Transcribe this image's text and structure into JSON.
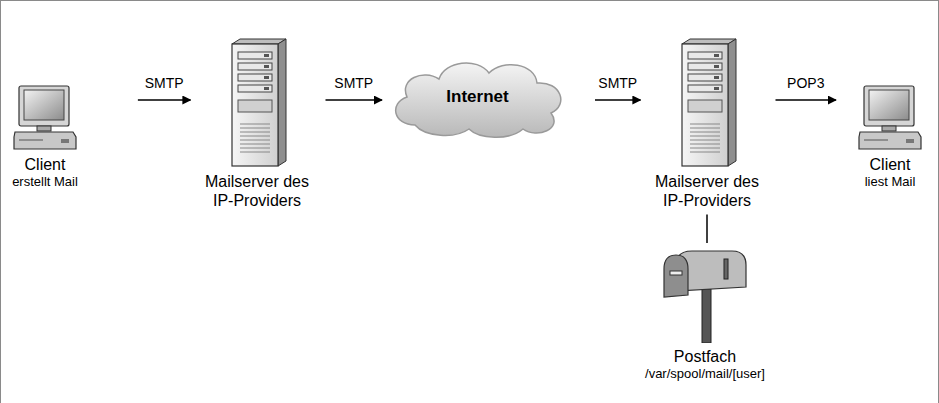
{
  "diagram": {
    "nodes": [
      {
        "text": [
          "Client",
          "erstellt Mail"
        ]
      },
      {
        "text": [
          "Mailserver des IP-Providers"
        ]
      },
      {
        "text": [
          "Internet"
        ]
      },
      {
        "text": [
          "Mailserver des IP-Providers"
        ]
      },
      {
        "text": [
          "Client",
          "liest Mail"
        ]
      },
      {
        "text": [
          "Postfach",
          "/var/spool/mail/[user]"
        ]
      }
    ],
    "edges": [
      {
        "from": 0,
        "to": 1,
        "label": "SMTP",
        "arrow": "to"
      },
      {
        "from": 1,
        "to": 2,
        "label": "SMTP",
        "arrow": "to"
      },
      {
        "from": 2,
        "to": 3,
        "label": "SMTP",
        "arrow": "to"
      },
      {
        "from": 3,
        "to": 4,
        "label": "POP3",
        "arrow": "to"
      },
      {
        "from": 3,
        "to": 5,
        "arrow": "none"
      }
    ]
  }
}
